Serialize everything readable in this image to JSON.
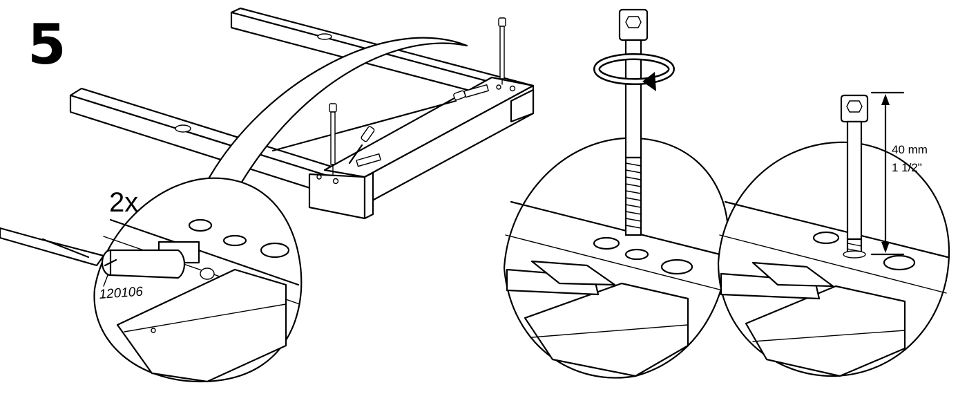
{
  "step": {
    "number": "5"
  },
  "panel_left": {
    "quantity_label": "2x",
    "part_number": "120106"
  },
  "panel_right": {
    "measure_metric": "40 mm",
    "measure_imperial": "1 1/2\""
  },
  "icons": [
    "frame-icon",
    "screw-icon",
    "cam-lock-icon",
    "screwdriver-icon",
    "rotation-arrow-icon",
    "dimension-arrow-icon"
  ]
}
